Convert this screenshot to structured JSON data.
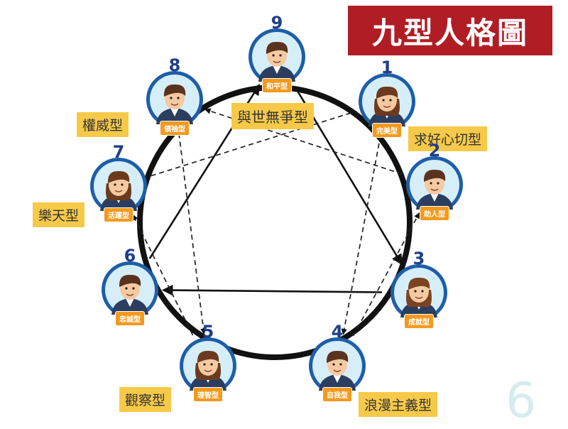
{
  "title": "九型人格圖",
  "center_label": "與世無爭型",
  "side_labels": {
    "authority": "權威型",
    "help": "求好心切型",
    "optimist": "樂天型",
    "observer": "觀察型",
    "romantic": "浪漫主義型"
  },
  "watermark": "6",
  "nodes": [
    {
      "number": "9",
      "tag": "和平型",
      "hair": "#5a3320",
      "female": false
    },
    {
      "number": "1",
      "tag": "完美型",
      "hair": "#6b3a1f",
      "female": true
    },
    {
      "number": "2",
      "tag": "助人型",
      "hair": "#5a3320",
      "female": false
    },
    {
      "number": "3",
      "tag": "成就型",
      "hair": "#7a4423",
      "female": true
    },
    {
      "number": "4",
      "tag": "自我型",
      "hair": "#5a3320",
      "female": false
    },
    {
      "number": "5",
      "tag": "理智型",
      "hair": "#6b3a1f",
      "female": true
    },
    {
      "number": "6",
      "tag": "忠誠型",
      "hair": "#5a3320",
      "female": false
    },
    {
      "number": "7",
      "tag": "活躍型",
      "hair": "#6b3a1f",
      "female": true
    },
    {
      "number": "8",
      "tag": "領袖型",
      "hair": "#5a3320",
      "female": false
    }
  ],
  "colors": {
    "ring": "#111111",
    "node_outer": "#1e5ea8",
    "node_inner": "#d6eef8",
    "skin": "#f6c9a0",
    "suit": "#2c3e60",
    "tag": "#f39a1e",
    "label": "#f7c948",
    "title_bg": "#b11d24"
  }
}
